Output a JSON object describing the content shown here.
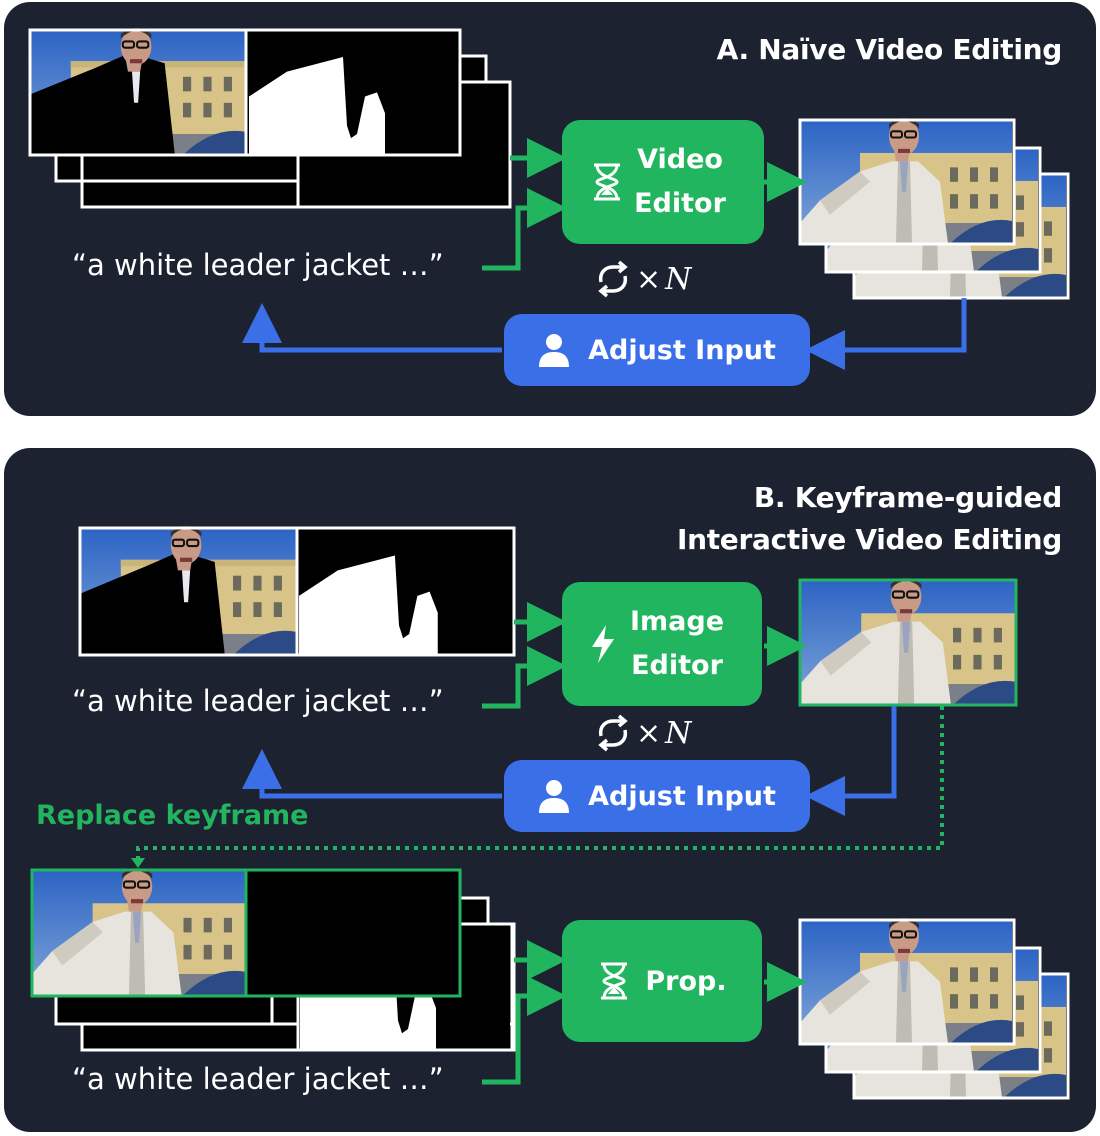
{
  "panel_a": {
    "title": "A. Naïve Video Editing",
    "prompt": "“a white leader jacket …”",
    "editor_label": "Video Editor",
    "editor_icon": "hourglass-icon",
    "loop_symbol": "×",
    "loop_var": "N",
    "adjust_label": "Adjust Input",
    "adjust_icon": "person-icon"
  },
  "panel_b": {
    "title_line1": "B. Keyframe-guided",
    "title_line2": "Interactive Video Editing",
    "prompt_top": "“a white leader jacket …”",
    "image_editor_label": "Image Editor",
    "image_editor_icon": "lightning-icon",
    "loop_symbol": "×",
    "loop_var": "N",
    "adjust_label": "Adjust Input",
    "adjust_icon": "person-icon",
    "replace_label": "Replace keyframe",
    "prop_label": "Prop.",
    "prop_icon": "hourglass-icon",
    "prompt_bottom": "“a white leader jacket …”"
  },
  "colors": {
    "panel_bg": "#1d2231",
    "green": "#22b55f",
    "blue": "#3b6fe8"
  }
}
